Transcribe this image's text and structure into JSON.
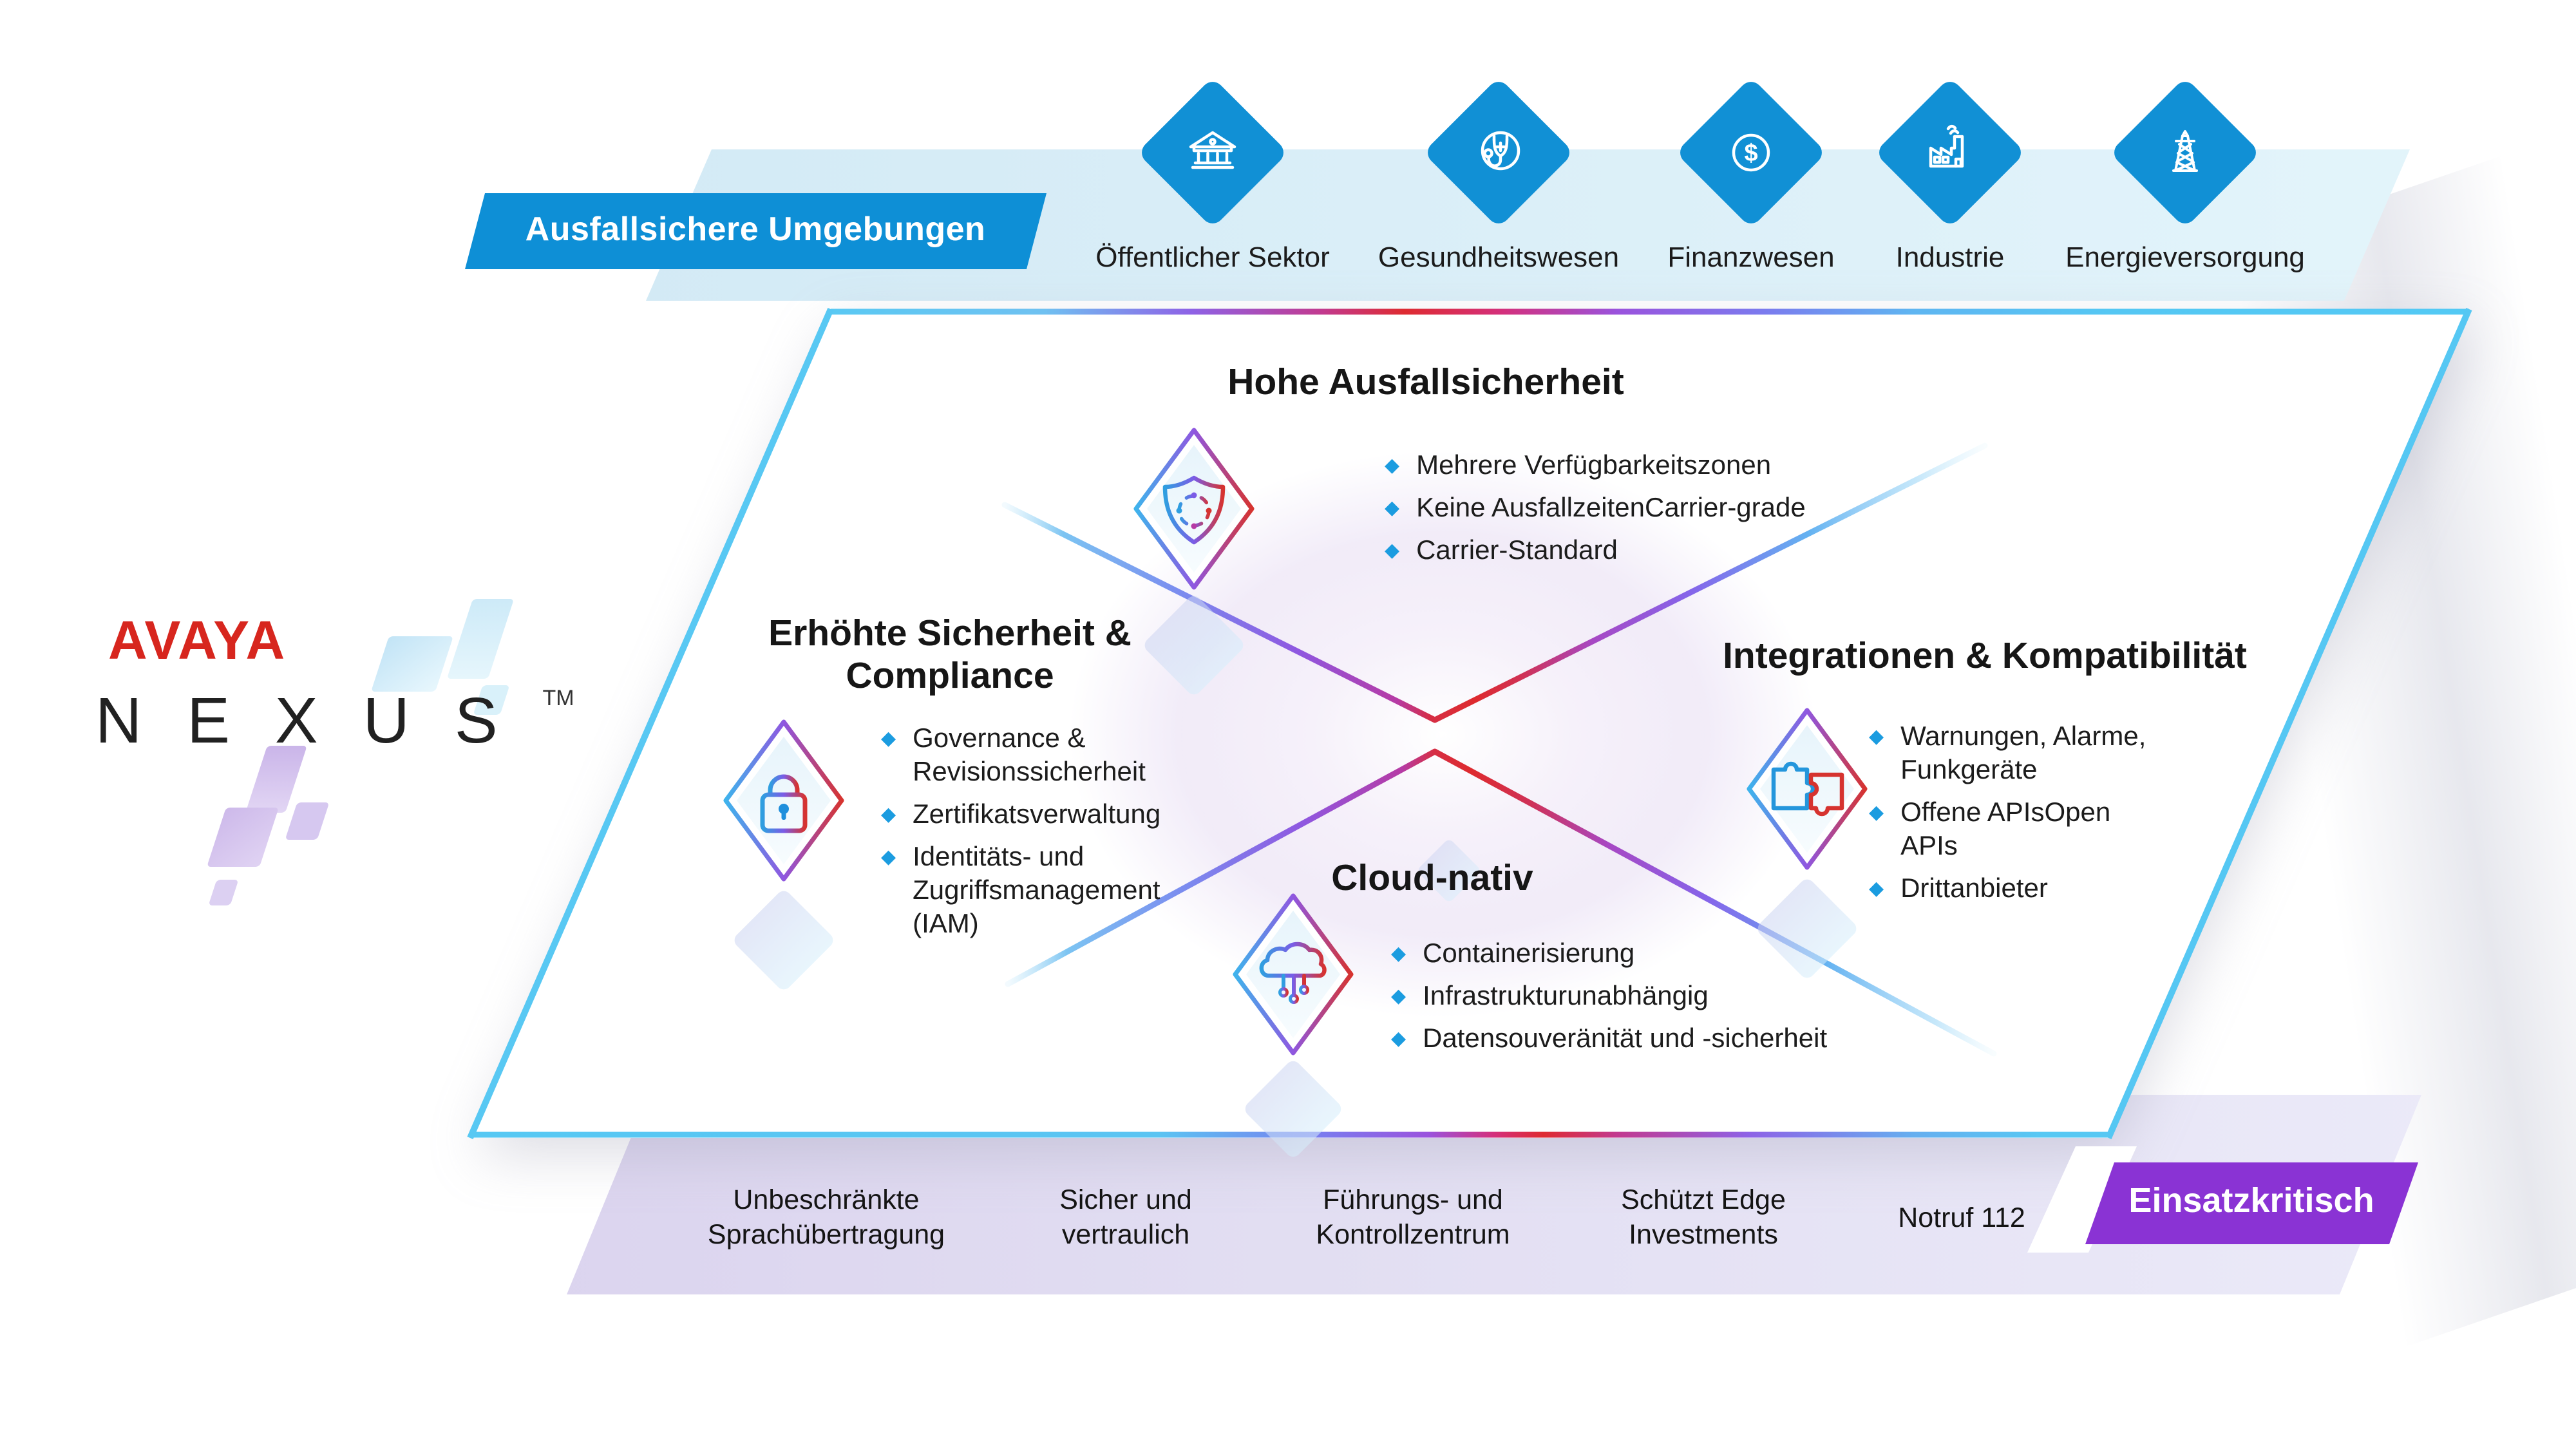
{
  "logo": {
    "brand": "AVAYA",
    "product": "NEXUS",
    "trademark": "TM"
  },
  "icons": {
    "bullet_glyph": "◆",
    "finance_glyph": "$"
  },
  "resilient_environments": {
    "banner_label": "Ausfallsichere Umgebungen",
    "industries": [
      {
        "label": "Öffentlicher Sektor",
        "icon": "bank-icon"
      },
      {
        "label": "Gesundheitswesen",
        "icon": "stethoscope-icon"
      },
      {
        "label": "Finanzwesen",
        "icon": "dollar-icon"
      },
      {
        "label": "Industrie",
        "icon": "factory-icon"
      },
      {
        "label": "Energieversorgung",
        "icon": "power-pylon-icon"
      }
    ]
  },
  "features": [
    {
      "title": "Hohe Ausfallsicherheit",
      "icon": "shield-availability-icon",
      "bullets": [
        "Mehrere Verfügbarkeitszonen",
        "Keine AusfallzeitenCarrier-grade",
        "Carrier-Standard"
      ]
    },
    {
      "title": "Erhöhte Sicherheit & Compliance",
      "icon": "lock-icon",
      "bullets": [
        "Governance & Revisionssicherheit",
        "Zertifikatsverwaltung",
        "Identitäts- und Zugriffsmanagement (IAM)"
      ]
    },
    {
      "title": "Integrationen & Kompatibilität",
      "icon": "puzzle-icon",
      "bullets": [
        "Warnungen, Alarme, Funkgeräte",
        "Offene APIsOpen APIs",
        "Drittanbieter"
      ]
    },
    {
      "title": "Cloud-nativ",
      "icon": "cloud-circuit-icon",
      "bullets": [
        "Containerisierung",
        "Infrastrukturunabhängig",
        "Datensouveränität und -sicherheit"
      ]
    }
  ],
  "mission_critical": {
    "banner_label": "Einsatzkritisch",
    "items": [
      "Unbeschränkte Sprachübertragung",
      "Sicher und vertraulich",
      "Führungs- und Kontrollzentrum",
      "Schützt Edge Investments",
      "Notruf 112"
    ]
  },
  "colors": {
    "industry_diamond_blue": "#1190d5",
    "banner_blue": "#0e8fd6",
    "banner_purple": "#8a33d4",
    "bullet_blue": "#1b9ce0",
    "accent_cyan": "#55c6f2",
    "accent_purple": "#8f57e0",
    "accent_red": "#de2b31",
    "band_blue": "#d8edf7",
    "band_purple": "#dfd9f1"
  }
}
